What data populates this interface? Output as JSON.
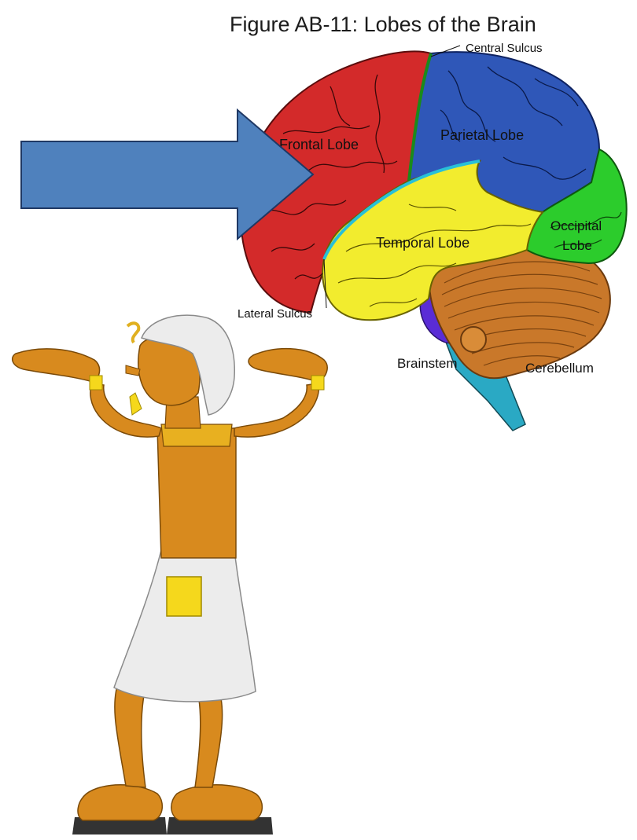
{
  "figure": {
    "title": "Figure AB-11: Lobes of the Brain",
    "labels": {
      "central_sulcus": "Central Sulcus",
      "frontal_lobe": "Frontal Lobe",
      "parietal_lobe": "Parietal Lobe",
      "temporal_lobe": "Temporal Lobe",
      "occipital_line1": "Occipital",
      "occipital_line2": "Lobe",
      "lateral_sulcus": "Lateral Sulcus",
      "brainstem": "Brainstem",
      "cerebellum": "Cerebellum"
    }
  },
  "colors": {
    "frontal": "#d32a2a",
    "parietal": "#2f57b8",
    "temporal": "#f2ec2e",
    "occipital": "#2ccc2c",
    "cerebellum": "#c9782a",
    "brainstem_purple": "#5a2cd6",
    "brainstem_teal": "#2aa9c4",
    "arrow_fill": "#4f81bd",
    "arrow_stroke": "#1f3864",
    "skin": "#d88a1e",
    "cloth": "#ececec",
    "gold": "#f5d81c"
  },
  "icons": {
    "arrow": "right-arrow-icon",
    "figure": "egyptian-dancer-figure"
  }
}
